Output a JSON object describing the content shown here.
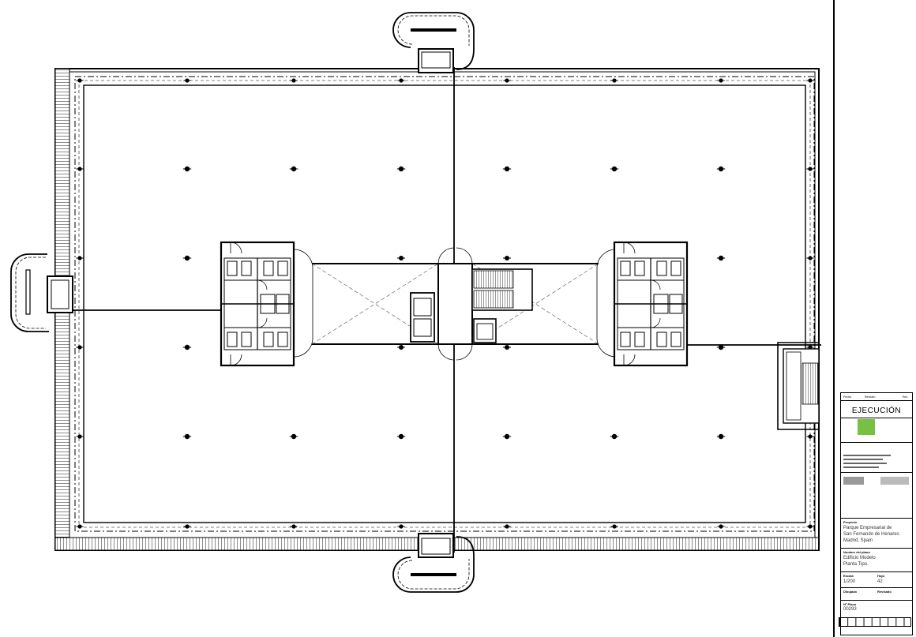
{
  "title_block": {
    "header_cols": [
      "Fecha",
      "Revisión",
      "Rev."
    ],
    "status": "EJECUCIÓN",
    "project_label": "Proyecto",
    "project_lines": [
      "Parque Empresarial de",
      "San Fernando de Henares",
      "Madrid, Spain"
    ],
    "drawing_label": "Nombre del plano",
    "drawing_lines": [
      "Edificio Modelo",
      "Planta Tipo."
    ],
    "scale_label": "Escala",
    "scale_value": "1/200",
    "sheet_label": "Hoja",
    "sheet_value": "42",
    "drawn_label": "Dibujado",
    "checked_label": "Revisado",
    "number_label": "Nº Plano",
    "number_value": "00293",
    "stamp_color": "#78c043"
  },
  "plan": {
    "line_color": "#000000",
    "column_marker": "column-dot",
    "core_count": 3
  }
}
